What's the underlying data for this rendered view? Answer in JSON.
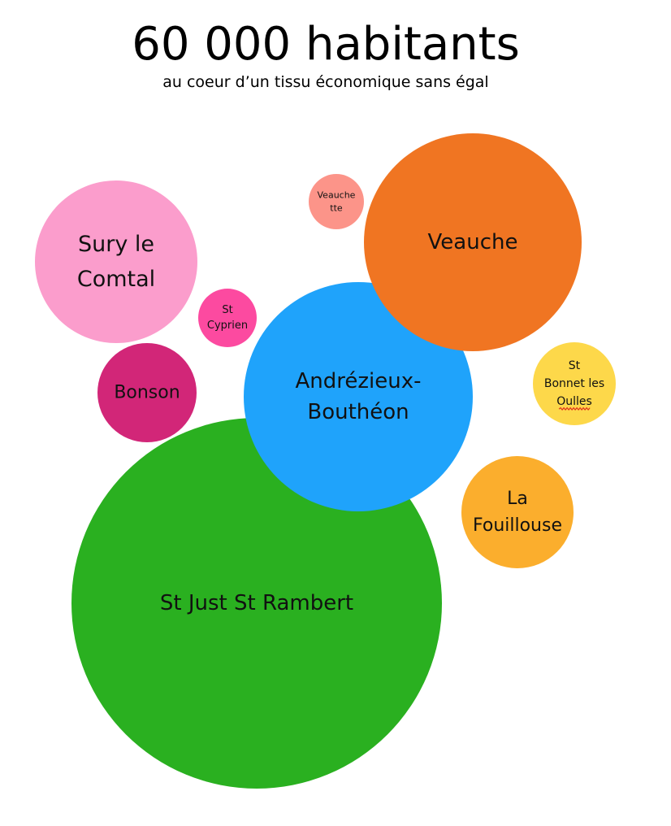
{
  "chart_data": {
    "type": "bubble",
    "title": "60 000 habitants",
    "subtitle": "au coeur d’un tissu économique sans égal",
    "bubbles": [
      {
        "label": [
          "St Just St Rambert"
        ],
        "color": "#2ab020"
      },
      {
        "label": [
          "Andrézieux-",
          "Bouthéon"
        ],
        "color": "#1fa3fb"
      },
      {
        "label": [
          "Veauche"
        ],
        "color": "#f07522"
      },
      {
        "label": [
          "Sury le",
          "Comtal"
        ],
        "color": "#fb9dcc"
      },
      {
        "label": [
          "Bonson"
        ],
        "color": "#d22678"
      },
      {
        "label": [
          "La",
          "Fouillouse"
        ],
        "color": "#fbae2d"
      },
      {
        "label": [
          "St",
          "Bonnet les",
          "Oulles"
        ],
        "color": "#fdd84a"
      },
      {
        "label": [
          "St",
          "Cyprien"
        ],
        "color": "#fc4aa0"
      },
      {
        "label": [
          "Veauche",
          "tte"
        ],
        "color": "#fc9489"
      }
    ]
  }
}
